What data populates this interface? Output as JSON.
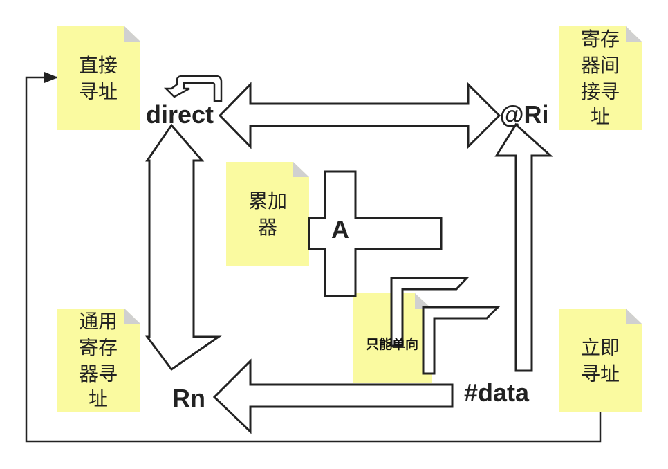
{
  "nodes": {
    "direct": "direct",
    "register_indirect": "@Ri",
    "accumulator": "A",
    "register": "Rn",
    "immediate": "#data"
  },
  "notes": {
    "direct_addressing": [
      "直接",
      "寻址"
    ],
    "register_indirect_addressing": [
      "寄存",
      "器间",
      "接寻",
      "址"
    ],
    "accumulator": [
      "累加",
      "器"
    ],
    "general_register_addressing": [
      "通用",
      "寄存",
      "器寻",
      "址"
    ],
    "immediate_addressing": [
      "立即",
      "寻址"
    ],
    "one_way_only": "只能单向"
  },
  "colors": {
    "note": "#fafaa0",
    "stroke": "#222222"
  }
}
